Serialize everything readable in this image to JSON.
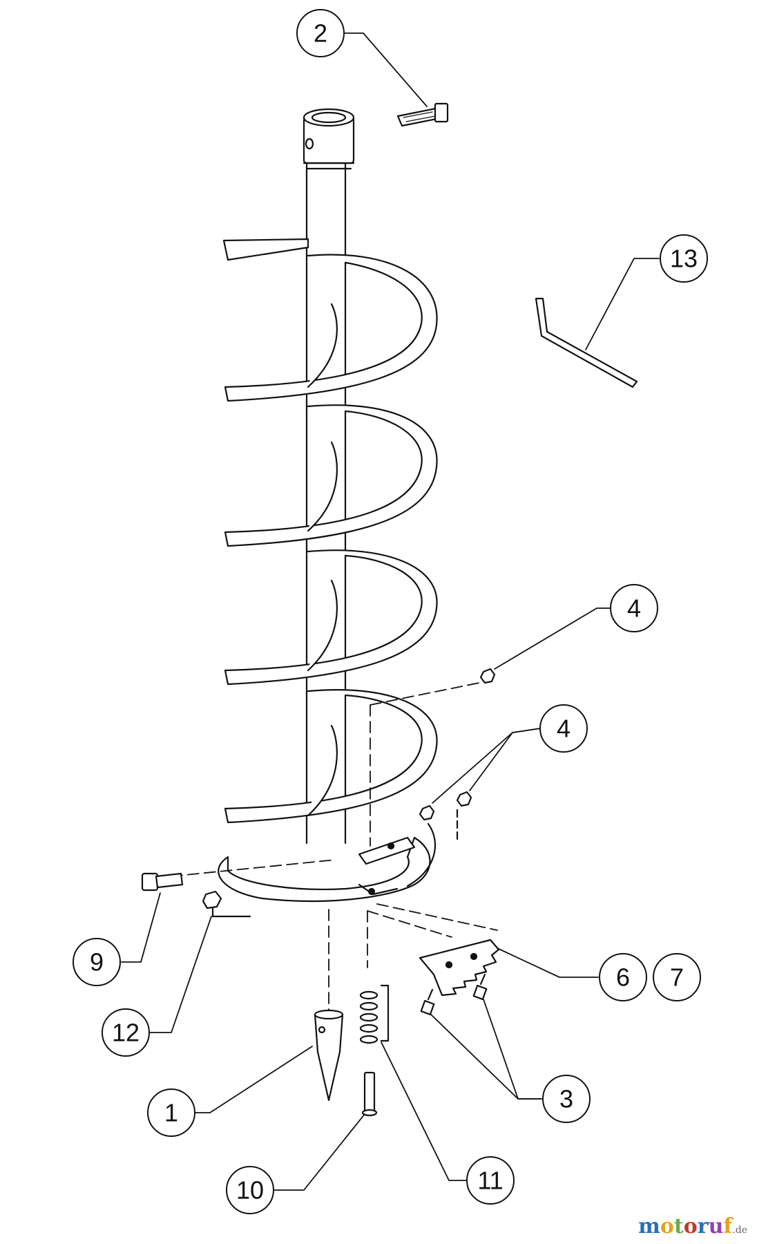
{
  "callouts": {
    "c1": "1",
    "c2": "2",
    "c3": "3",
    "c4a": "4",
    "c4b": "4",
    "c6": "6",
    "c7": "7",
    "c9": "9",
    "c10": "10",
    "c11": "11",
    "c12": "12",
    "c13": "13"
  },
  "watermark": {
    "text": "motoruf",
    "suffix": ".de",
    "colors": [
      "#2a6fb5",
      "#e2a21a",
      "#6aa84f",
      "#c0392b",
      "#2a6fb5",
      "#8e44ad",
      "#e2a21a"
    ]
  }
}
